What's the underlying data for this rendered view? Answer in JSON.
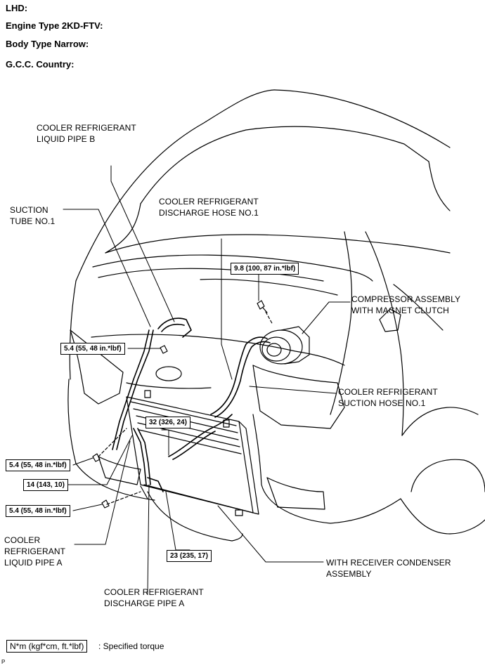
{
  "header": {
    "lhd": "LHD:",
    "engine": "Engine Type 2KD-FTV:",
    "body": "Body Type Narrow:",
    "country": "G.C.C. Country:"
  },
  "labels": {
    "liquid_pipe_b": "COOLER REFRIGERANT\nLIQUID PIPE B",
    "suction_tube": "SUCTION\nTUBE NO.1",
    "discharge_hose": "COOLER REFRIGERANT\nDISCHARGE HOSE NO.1",
    "compressor": "COMPRESSOR ASSEMBLY\nWITH MAGNET CLUTCH",
    "suction_hose": "COOLER REFRIGERANT\nSUCTION HOSE NO.1",
    "liquid_pipe_a": "COOLER\nREFRIGERANT\nLIQUID PIPE A",
    "discharge_pipe_a": "COOLER REFRIGERANT\nDISCHARGE PIPE A",
    "condenser": "WITH RECEIVER CONDENSER\nASSEMBLY"
  },
  "torques": {
    "t_compressor": "9.8 (100, 87 in.*lbf)",
    "t_upper_left": "5.4 (55, 48 in.*lbf)",
    "t_center": "32 (326, 24)",
    "t_left_mid": "5.4 (55, 48 in.*lbf)",
    "t_left_14": "14 (143, 10)",
    "t_left_low": "5.4 (55, 48 in.*lbf)",
    "t_bottom": "23 (235, 17)"
  },
  "legend": {
    "unit": "N*m (kgf*cm, ft.*lbf)",
    "text": ": Specified torque"
  },
  "corner_mark": "P"
}
